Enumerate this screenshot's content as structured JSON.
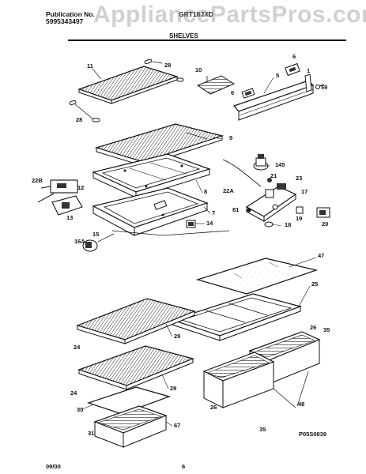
{
  "header": {
    "publication_label": "Publication No.",
    "publication_number": "5995343497",
    "model": "GRT18JXD",
    "section_title": "SHELVES"
  },
  "watermark": "AppliancePartsPros.com",
  "part_labels": {
    "p11": "11",
    "p28a": "28",
    "p28b": "28",
    "p10": "10",
    "p6a": "6",
    "p6b": "6",
    "p5": "5",
    "p1": "1",
    "p59": "59",
    "p9": "9",
    "p145": "145",
    "p21": "21",
    "p23": "23",
    "p22a": "22A",
    "p17": "17",
    "p22b": "22B",
    "p12": "12",
    "p13": "13",
    "p8": "8",
    "p7": "7",
    "p81": "81",
    "p19": "19",
    "p20": "20",
    "p14": "14",
    "p18": "18",
    "p15": "15",
    "p16a": "16A",
    "p47": "47",
    "p25": "25",
    "p26a": "26",
    "p35a": "35",
    "p24a": "24",
    "p29a": "29",
    "p24b": "24",
    "p29b": "29",
    "p30": "30",
    "p48": "48",
    "p26b": "26",
    "p31": "31",
    "p67": "67",
    "p35b": "35"
  },
  "diagram_code": "P05S0839",
  "footer": {
    "date": "09/00",
    "page": "6"
  }
}
